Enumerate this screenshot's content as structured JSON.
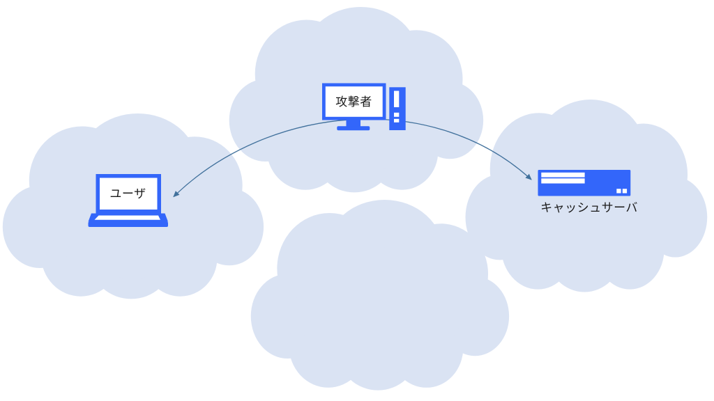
{
  "diagram": {
    "attacker": {
      "label": "攻撃者",
      "icon": "desktop-computer-icon"
    },
    "user": {
      "label": "ユーザ",
      "icon": "laptop-icon"
    },
    "cache_server": {
      "label": "キャッシュサーバ",
      "icon": "server-icon"
    },
    "connectors": [
      {
        "from": "attacker",
        "to": "user",
        "style": "curved-thin-arrow"
      },
      {
        "from": "attacker",
        "to": "cache_server",
        "style": "curved-thin-arrow"
      }
    ],
    "background_shapes": [
      "cloud",
      "cloud",
      "cloud",
      "cloud"
    ],
    "colors": {
      "device_blue": "#3366fa",
      "screen_white": "#ffffff",
      "cloud_fill": "#dae3f3",
      "arrow_color": "#41719c",
      "label_color": "#1a1a1a",
      "page_background": "#ffffff"
    }
  }
}
